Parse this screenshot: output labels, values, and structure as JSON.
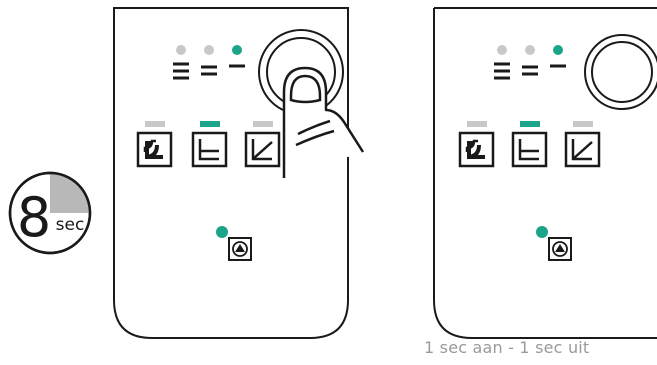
{
  "timer": {
    "value": "8",
    "unit": "sec",
    "elapsed_fraction": 0.25
  },
  "caption": "1 sec aan - 1 sec uit",
  "colors": {
    "outline": "#1a1a1a",
    "led_on": "#1aa48a",
    "led_off": "#c8c8c8",
    "timer_fill": "#b8b8b8",
    "caption": "#9a9a9a"
  },
  "panels": [
    {
      "name": "panel-left",
      "finger_pressing": true,
      "status_leds": [
        "off",
        "off",
        "on"
      ],
      "mode_icons": [
        "radiator-mode-icon",
        "floor-heating-mode-icon",
        "slope-curve-mode-icon"
      ],
      "mode_leds": [
        "off",
        "on",
        "off"
      ],
      "pump_led": "on"
    },
    {
      "name": "panel-right",
      "finger_pressing": false,
      "status_leds": [
        "off",
        "off",
        "on"
      ],
      "mode_icons": [
        "radiator-mode-icon",
        "floor-heating-mode-icon",
        "slope-curve-mode-icon"
      ],
      "mode_leds": [
        "off",
        "on",
        "off"
      ],
      "pump_led": "on"
    }
  ]
}
